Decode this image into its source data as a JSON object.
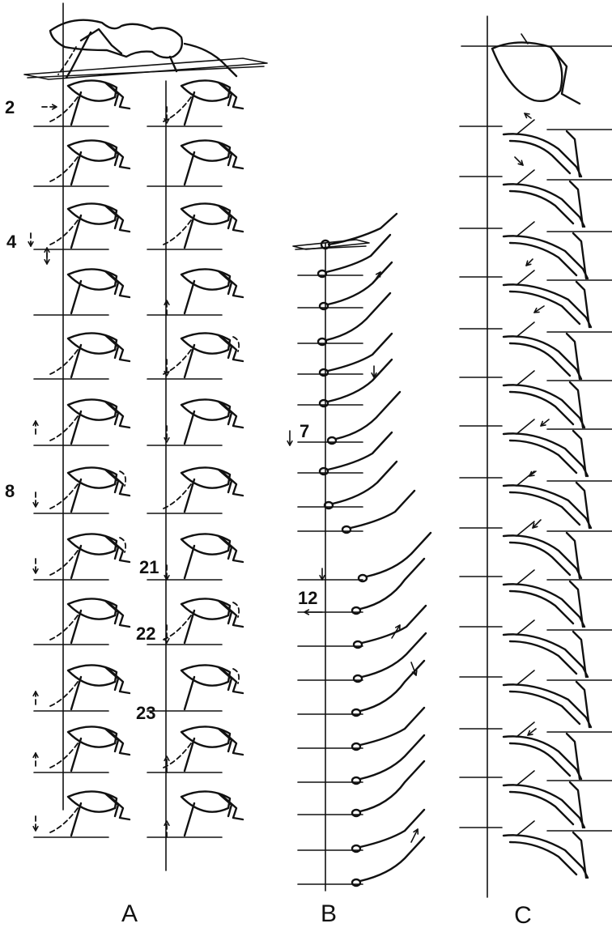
{
  "panels": {
    "A": {
      "letter": "A",
      "frame_numbers": [
        "2",
        "4",
        "8",
        "21",
        "22",
        "23"
      ]
    },
    "B": {
      "letter": "B",
      "frame_numbers": [
        "7",
        "12"
      ]
    },
    "C": {
      "letter": "C"
    }
  },
  "colors": {
    "ink": "#111111",
    "background": "#ffffff"
  }
}
